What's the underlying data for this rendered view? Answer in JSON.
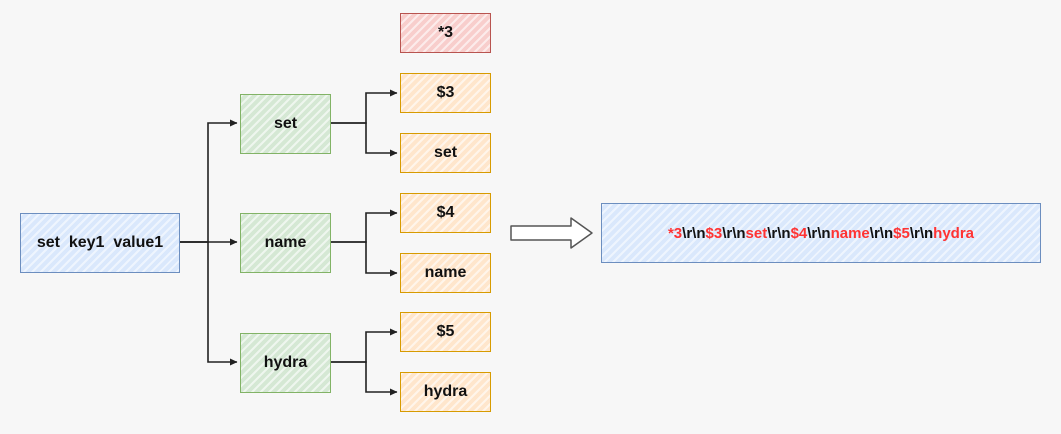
{
  "colors": {
    "highlight": "#ff3333",
    "edge": "#222222"
  },
  "command": {
    "label": "set  key1  value1"
  },
  "args": [
    {
      "label": "set"
    },
    {
      "label": "name"
    },
    {
      "label": "hydra"
    }
  ],
  "array_header": {
    "label": "*3"
  },
  "parts": [
    {
      "label": "$3"
    },
    {
      "label": "set"
    },
    {
      "label": "$4"
    },
    {
      "label": "name"
    },
    {
      "label": "$5"
    },
    {
      "label": "hydra"
    }
  ],
  "result": {
    "segments": [
      {
        "text": "*3",
        "highlight": true
      },
      {
        "text": "\\r\\n",
        "highlight": false
      },
      {
        "text": "$3",
        "highlight": true
      },
      {
        "text": "\\r\\n",
        "highlight": false
      },
      {
        "text": "set",
        "highlight": true
      },
      {
        "text": "\\r\\n",
        "highlight": false
      },
      {
        "text": "$4",
        "highlight": true
      },
      {
        "text": "\\r\\n",
        "highlight": false
      },
      {
        "text": "name",
        "highlight": true
      },
      {
        "text": "\\r\\n",
        "highlight": false
      },
      {
        "text": "$5",
        "highlight": true
      },
      {
        "text": "\\r\\n",
        "highlight": false
      },
      {
        "text": "hydra",
        "highlight": true
      }
    ]
  },
  "transform_arrow": {
    "icon": "hollow-right-arrow-icon"
  }
}
